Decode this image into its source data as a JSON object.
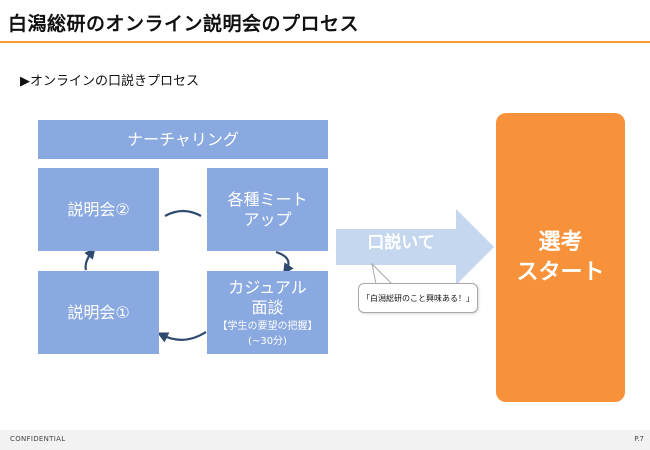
{
  "header": {
    "title": "白潟総研のオンライン説明会のプロセス"
  },
  "section": {
    "subtitle": "▶オンラインの口説きプロセス"
  },
  "process": {
    "nurturing": "ナーチャリング",
    "session2": "説明会②",
    "session1": "説明会①",
    "meetup_line1": "各種ミート",
    "meetup_line2": "アップ",
    "casual_line1": "カジュアル",
    "casual_line2": "面談",
    "casual_note1": "【学生の要望の把握】",
    "casual_note2": "(~30分)"
  },
  "persuade": {
    "label": "口説いて",
    "speech": "「白潟総研のこと興味ある！」"
  },
  "start": {
    "line1": "選考",
    "line2": "スタート"
  },
  "footer": {
    "confidential": "CONFIDENTIAL",
    "page": "P.7"
  },
  "colors": {
    "box": "#8aa9e0",
    "accent": "#f39c31",
    "start": "#f7923b",
    "arrow": "#c5d6ef"
  }
}
